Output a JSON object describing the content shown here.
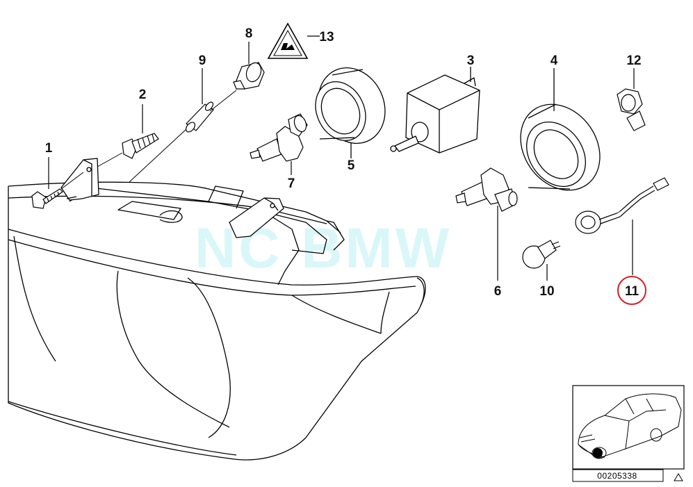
{
  "watermark": "NC BMW",
  "reference_code": "00205338",
  "highlighted_part": "11",
  "colors": {
    "line": "#000000",
    "highlight": "#d0202a",
    "watermark": "#d9f7f8",
    "background": "#ffffff"
  },
  "parts": [
    {
      "id": "1",
      "label": "1"
    },
    {
      "id": "2",
      "label": "2"
    },
    {
      "id": "3",
      "label": "3"
    },
    {
      "id": "4",
      "label": "4"
    },
    {
      "id": "5",
      "label": "5"
    },
    {
      "id": "6",
      "label": "6"
    },
    {
      "id": "7",
      "label": "7"
    },
    {
      "id": "8",
      "label": "8"
    },
    {
      "id": "9",
      "label": "9"
    },
    {
      "id": "10",
      "label": "10"
    },
    {
      "id": "11",
      "label": "11"
    },
    {
      "id": "12",
      "label": "12"
    },
    {
      "id": "13",
      "label": "13"
    }
  ],
  "icons": {
    "warning": "warning-triangle-icon",
    "corner": "small-triangle-icon"
  }
}
